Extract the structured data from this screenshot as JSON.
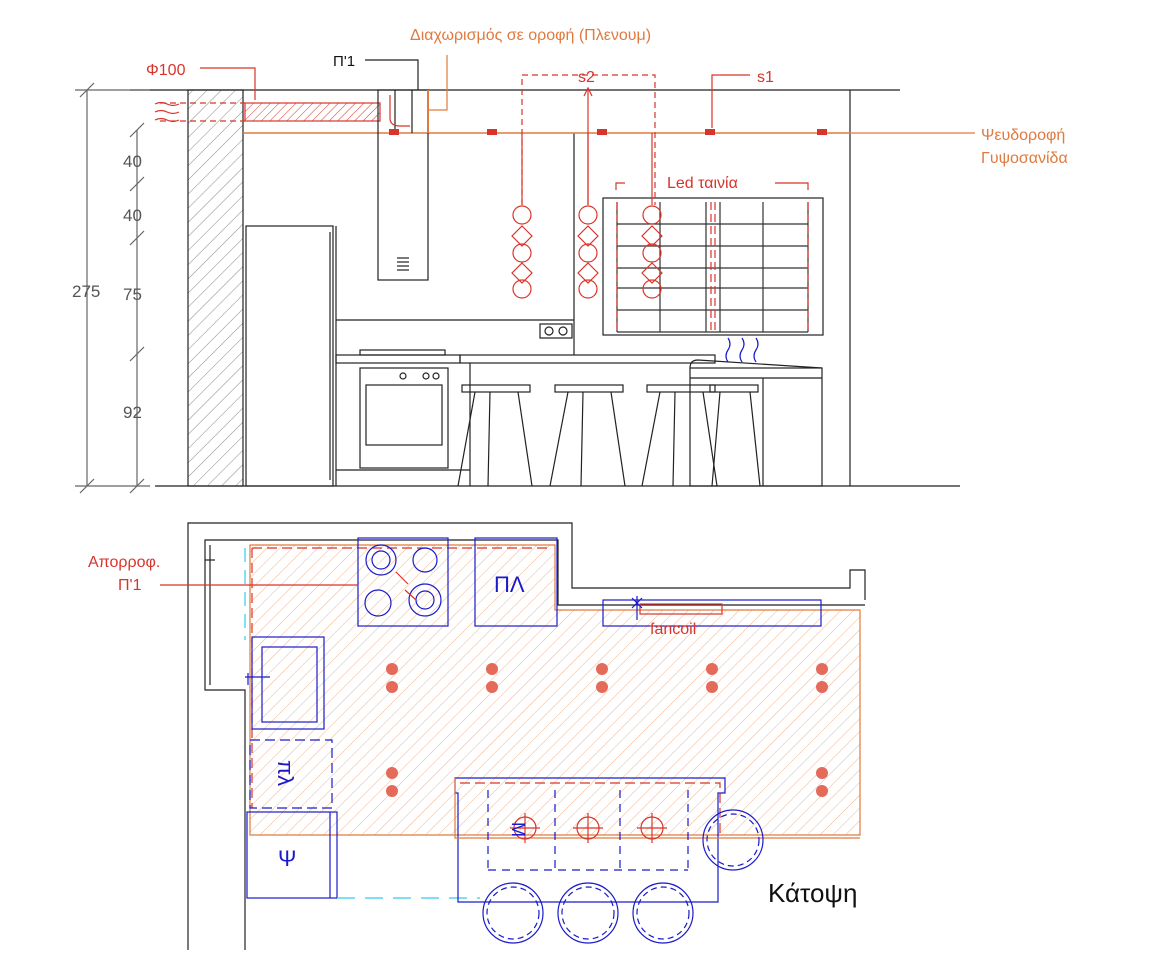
{
  "colors": {
    "red": "#d9342b",
    "orange": "#e07a3f",
    "blue": "#1a1acc",
    "cyan": "#33ccee",
    "line": "#222222",
    "dim": "#666666"
  },
  "elevation": {
    "label_duct": "Φ100",
    "label_hood": "Π'1",
    "label_plenum": "Διαχωρισμός σε οροφή (Πλενουμ)",
    "label_s2": "s2",
    "label_s1": "s1",
    "label_ceiling_line1": "Ψευδοροφή",
    "label_ceiling_line2": "Γυψοσανίδα",
    "label_led": "Led ταινία",
    "dimensions": {
      "total": "275",
      "segments": [
        "40",
        "40",
        "75",
        "92"
      ]
    }
  },
  "plan": {
    "title": "Κάτοψη",
    "label_hood_line1": "Απορροφ.",
    "label_hood_line2": "Π'1",
    "label_fancoil": "fancoil",
    "label_dishwasher": "ΠΛ",
    "label_washer": "πλ",
    "label_fridge": "Ψ",
    "label_island_switch": "Μ"
  },
  "icons": [
    "ceiling-spot-icon",
    "pendant-lamp-icon",
    "heat-waves-icon",
    "cooktop-burner-icon",
    "stool-icon"
  ]
}
